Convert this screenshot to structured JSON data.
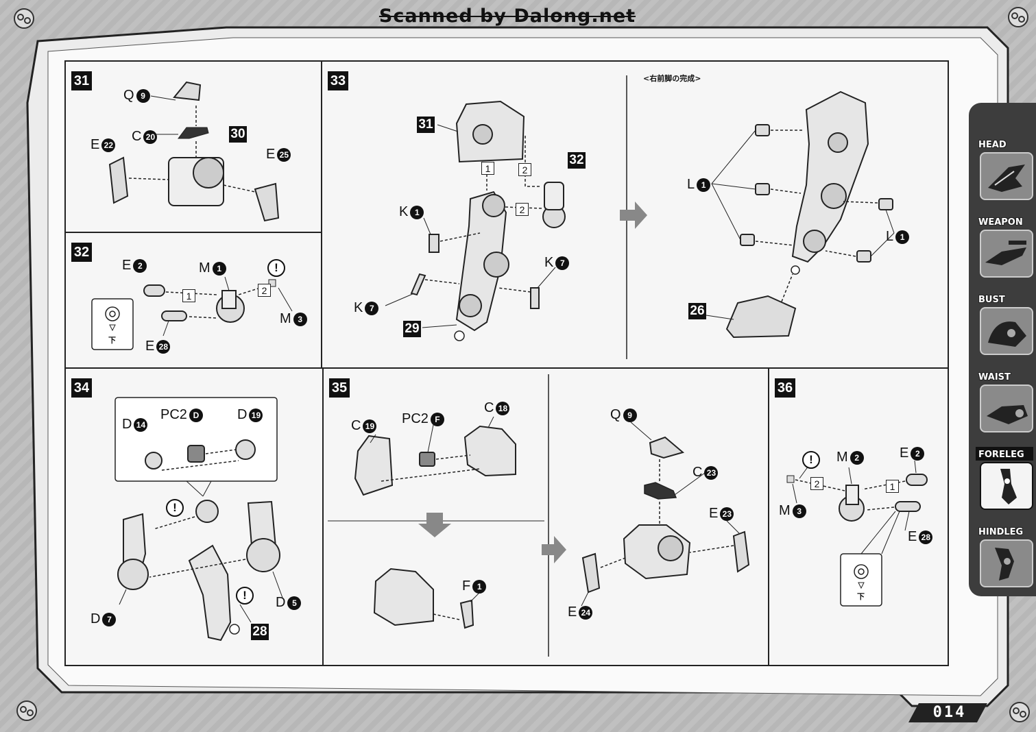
{
  "header": {
    "scan_credit": "Scanned by Dalong.net"
  },
  "page": {
    "number": "014"
  },
  "sidebar": {
    "tabs": [
      {
        "label": "HEAD",
        "active": false
      },
      {
        "label": "WEAPON",
        "active": false
      },
      {
        "label": "BUST",
        "active": false
      },
      {
        "label": "WAIST",
        "active": false
      },
      {
        "label": "FORELEG",
        "active": true
      },
      {
        "label": "HINDLEG",
        "active": false
      }
    ]
  },
  "steps": {
    "s31": {
      "number": "31",
      "parts": [
        {
          "letter": "Q",
          "num": "9"
        },
        {
          "letter": "C",
          "num": "20"
        },
        {
          "letter": "E",
          "num": "22"
        },
        {
          "letter": "E",
          "num": "25"
        }
      ],
      "ref": "30"
    },
    "s32": {
      "number": "32",
      "parts": [
        {
          "letter": "E",
          "num": "2"
        },
        {
          "letter": "M",
          "num": "1"
        },
        {
          "letter": "M",
          "num": "3"
        },
        {
          "letter": "E",
          "num": "28"
        }
      ],
      "order": [
        "1",
        "2"
      ],
      "note_symbol": "下"
    },
    "s33": {
      "number": "33",
      "refs": [
        "31",
        "32",
        "29"
      ],
      "parts": [
        {
          "letter": "K",
          "num": "1"
        },
        {
          "letter": "K",
          "num": "7"
        },
        {
          "letter": "K",
          "num": "7"
        }
      ],
      "order": [
        "1",
        "2",
        "2"
      ]
    },
    "s33_done": {
      "caption": "<右前脚の完成>",
      "parts": [
        {
          "letter": "L",
          "num": "1"
        },
        {
          "letter": "L",
          "num": "1"
        }
      ],
      "ref": "26"
    },
    "s34": {
      "number": "34",
      "parts": [
        {
          "letter": "D",
          "num": "14"
        },
        {
          "letter": "PC2",
          "num": "D"
        },
        {
          "letter": "D",
          "num": "19"
        },
        {
          "letter": "D",
          "num": "7"
        },
        {
          "letter": "D",
          "num": "5"
        }
      ],
      "ref": "28"
    },
    "s35": {
      "number": "35",
      "parts": [
        {
          "letter": "C",
          "num": "19"
        },
        {
          "letter": "PC2",
          "num": "F"
        },
        {
          "letter": "C",
          "num": "18"
        },
        {
          "letter": "F",
          "num": "1"
        },
        {
          "letter": "Q",
          "num": "9"
        },
        {
          "letter": "C",
          "num": "23"
        },
        {
          "letter": "E",
          "num": "23"
        },
        {
          "letter": "E",
          "num": "24"
        }
      ]
    },
    "s36": {
      "number": "36",
      "parts": [
        {
          "letter": "M",
          "num": "2"
        },
        {
          "letter": "E",
          "num": "2"
        },
        {
          "letter": "M",
          "num": "3"
        },
        {
          "letter": "E",
          "num": "28"
        }
      ],
      "order": [
        "2",
        "1"
      ],
      "note_symbol": "下"
    }
  }
}
